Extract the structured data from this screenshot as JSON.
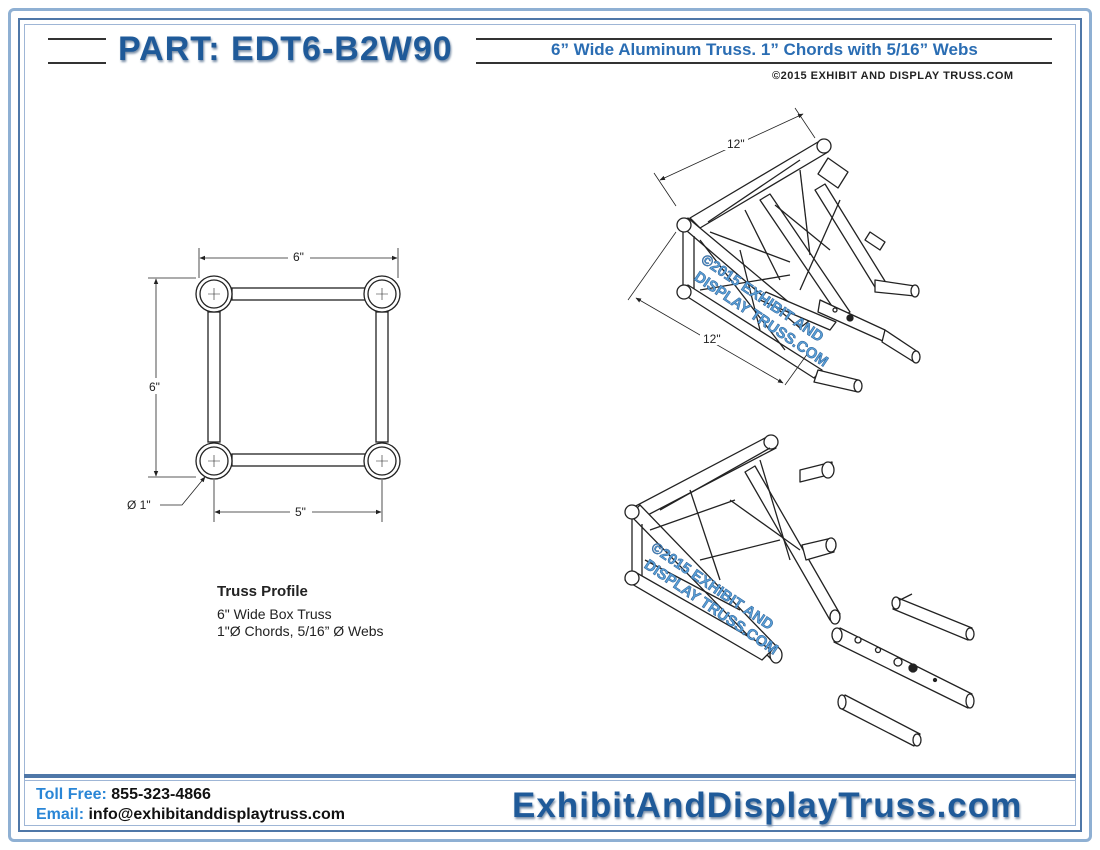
{
  "header": {
    "part_title": "PART: EDT6-B2W90",
    "description": "6” Wide Aluminum Truss. 1” Chords with 5/16” Webs",
    "copyright": "©2015 EXHIBIT AND DISPLAY TRUSS.COM"
  },
  "profile_drawing": {
    "dim_width_top": "6\"",
    "dim_height_left": "6\"",
    "dim_width_bottom": "5\"",
    "dim_chord_diameter": "Ø 1\""
  },
  "iso_drawing": {
    "dim_top": "12\"",
    "dim_bottom": "12\"",
    "watermark_line1": "©2015 EXHIBIT AND",
    "watermark_line2": "DISPLAY TRUSS.COM"
  },
  "truss_profile": {
    "heading": "Truss Profile",
    "line1": "6\" Wide Box Truss",
    "line2": "1\"Ø Chords, 5/16” Ø Webs"
  },
  "footer": {
    "toll_free_label": "Toll Free:",
    "toll_free_value": "855-323-4866",
    "email_label": "Email:",
    "email_value": "info@exhibitanddisplaytruss.com",
    "website": "ExhibitAndDisplayTruss.com"
  },
  "colors": {
    "title_blue": "#1f5a99",
    "frame_blue": "#4f77a8",
    "watermark_blue": "#5aa0d8"
  }
}
